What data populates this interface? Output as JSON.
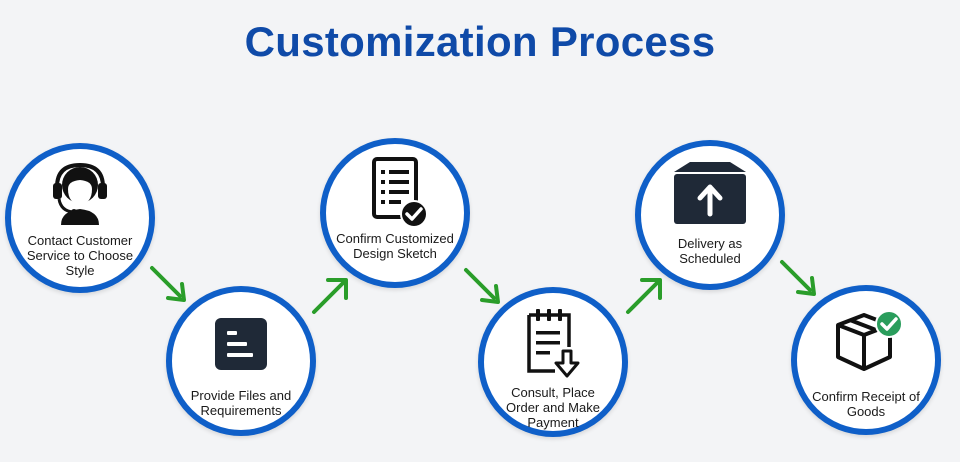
{
  "title": "Customization Process",
  "colors": {
    "title": "#0f4aa8",
    "circle_border": "#0f5fc8",
    "arrow": "#2a9d2a",
    "check_green": "#2a9d5c",
    "icon_dark": "#1f2937"
  },
  "steps": [
    {
      "label": "Contact Customer Service to Choose Style",
      "icon": "headset-agent-icon"
    },
    {
      "label": "Provide Files and Requirements",
      "icon": "document-lines-icon"
    },
    {
      "label": "Confirm Customized Design Sketch",
      "icon": "checklist-approved-icon"
    },
    {
      "label": "Consult, Place Order and Make Payment",
      "icon": "clipboard-download-icon"
    },
    {
      "label": "Delivery as Scheduled",
      "icon": "upload-box-icon"
    },
    {
      "label": "Confirm Receipt of Goods",
      "icon": "package-check-icon"
    }
  ]
}
